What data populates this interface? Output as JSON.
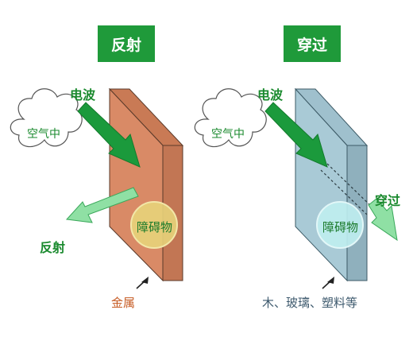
{
  "left_panel": {
    "header": "反射",
    "wave_label": "电波",
    "cloud_label": "空气中",
    "obstacle_label": "障碍物",
    "result_label": "反射",
    "material_label": "金属"
  },
  "right_panel": {
    "header": "穿过",
    "wave_label": "电波",
    "cloud_label": "空气中",
    "obstacle_label": "障碍物",
    "result_label": "穿过",
    "material_label": "木、玻璃、塑料等"
  },
  "colors": {
    "header_bg": "#1f9a3a",
    "arrow_dark": "#1b9a3c",
    "arrow_light": "#8fe0a4",
    "metal_front": "#d98a66",
    "metal_side": "#c27654",
    "glass_front": "#a9cad6",
    "glass_side": "#8fb0bd"
  }
}
